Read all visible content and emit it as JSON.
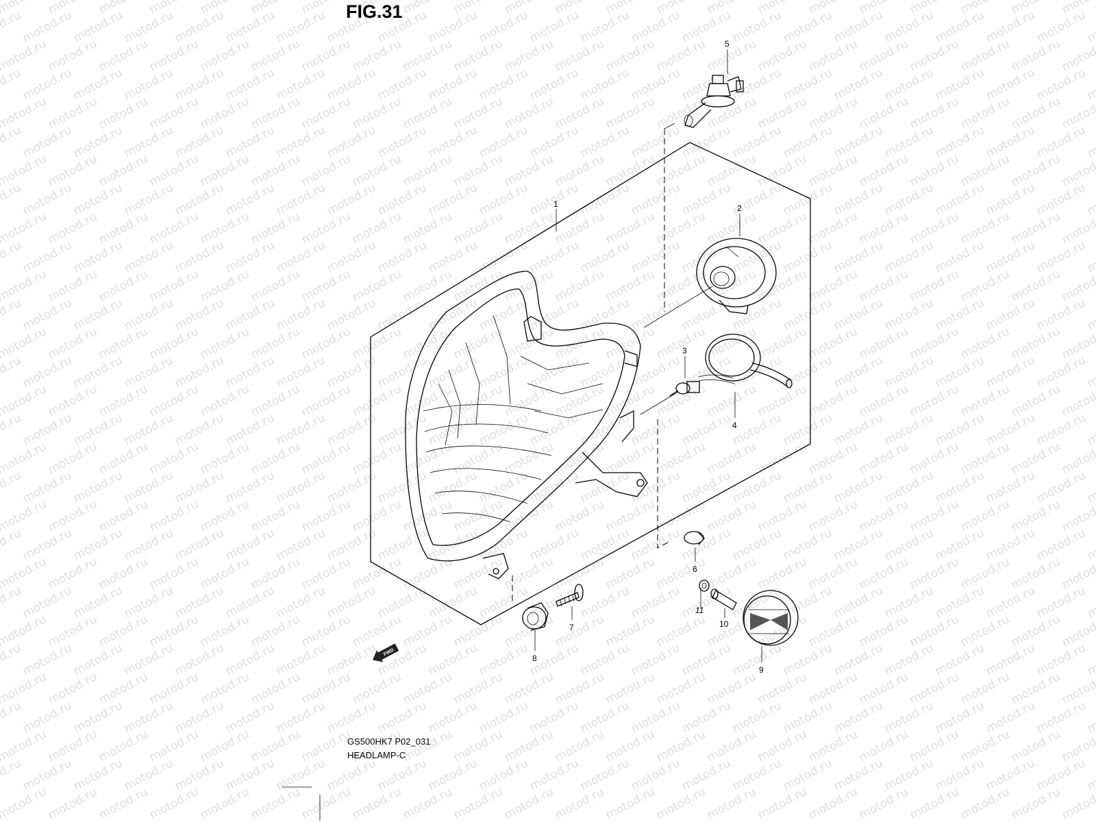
{
  "figure": {
    "title": "FIG.31",
    "model_code": "GS500HK7 P02_031",
    "section_name": "HEADLAMP-C"
  },
  "watermark": "motod.ru",
  "fwd_label": "FWD",
  "callouts": {
    "c1": "1",
    "c2": "2",
    "c3": "3",
    "c4": "4",
    "c5": "5",
    "c6": "6",
    "c7": "7",
    "c8": "8",
    "c9": "9",
    "c10": "10",
    "c11": "11"
  }
}
